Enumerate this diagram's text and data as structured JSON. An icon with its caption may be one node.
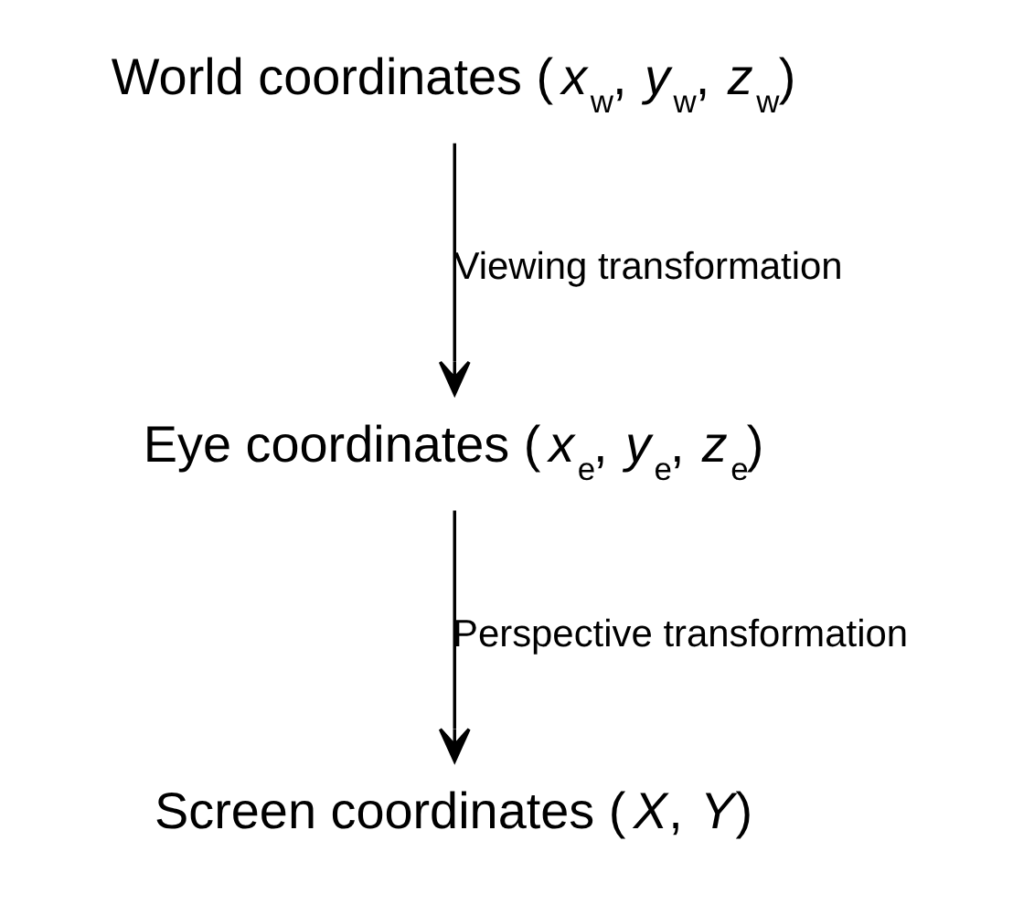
{
  "diagram": {
    "nodes": [
      {
        "text": [
          "World coordinates (*x*$_{w}$, *y*$_{w}$, *z*$_{w}$)"
        ]
      },
      {
        "text": [
          "Eye coordinates (*x*$_{e}$, *y*$_{e}$, *z*$_{e}$)"
        ]
      },
      {
        "text": [
          "Screen coordinates (*X*, *Y*)"
        ]
      }
    ],
    "edges": [
      {
        "from": 0,
        "to": 1,
        "arrow": "to",
        "label": "Viewing transformation"
      },
      {
        "from": 1,
        "to": 2,
        "arrow": "to",
        "label": "Perspective transformation"
      }
    ]
  }
}
